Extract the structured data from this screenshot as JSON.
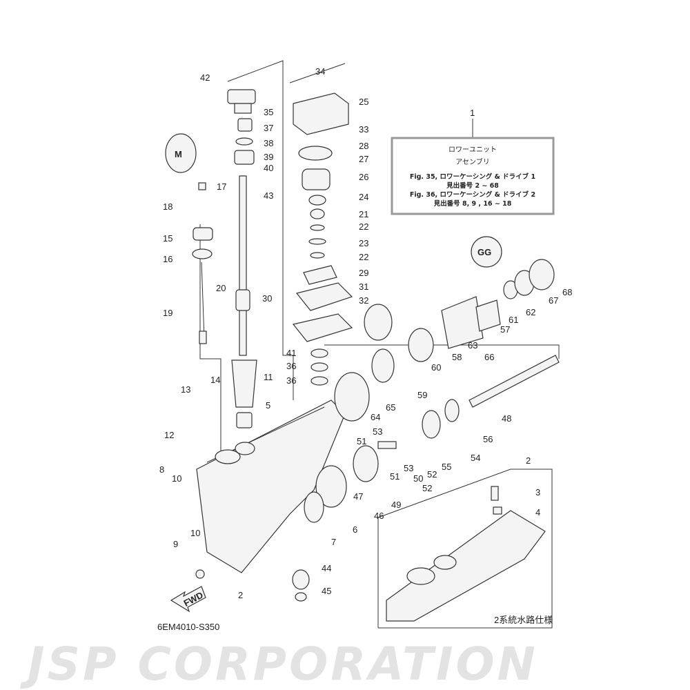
{
  "watermark": "JSP CORPORATION",
  "diagram_code": "6EM4010-S350",
  "fwd_label": "FWD",
  "info_box": {
    "callout": "1",
    "title_line1": "ロワーユニット",
    "title_line2": "アセンブリ",
    "fig1": "Fig. 35, ロワーケーシング & ドライブ 1",
    "fig1_refs": "見出番号 2 ~ 68",
    "fig2": "Fig. 36, ロワーケーシング & ドライブ 2",
    "fig2_refs": "見出番号 8, 9 , 16 ~ 18"
  },
  "inset": {
    "caption": "2系統水路仕様",
    "callouts": [
      "2",
      "3",
      "4"
    ]
  },
  "callouts": [
    "42",
    "34",
    "25",
    "35",
    "37",
    "33",
    "38",
    "28",
    "39",
    "27",
    "40",
    "17",
    "43",
    "26",
    "24",
    "21",
    "22",
    "23",
    "22",
    "18",
    "15",
    "16",
    "29",
    "20",
    "30",
    "31",
    "19",
    "32",
    "68",
    "67",
    "62",
    "61",
    "57",
    "66",
    "63",
    "58",
    "60",
    "59",
    "65",
    "64",
    "41",
    "36",
    "36",
    "11",
    "13",
    "14",
    "5",
    "48",
    "53",
    "56",
    "12",
    "51",
    "8",
    "10",
    "53",
    "54",
    "51",
    "55",
    "52",
    "50",
    "52",
    "47",
    "49",
    "46",
    "6",
    "7",
    "10",
    "9",
    "44",
    "2",
    "45"
  ],
  "sealant_icons": [
    "M",
    "GG"
  ]
}
